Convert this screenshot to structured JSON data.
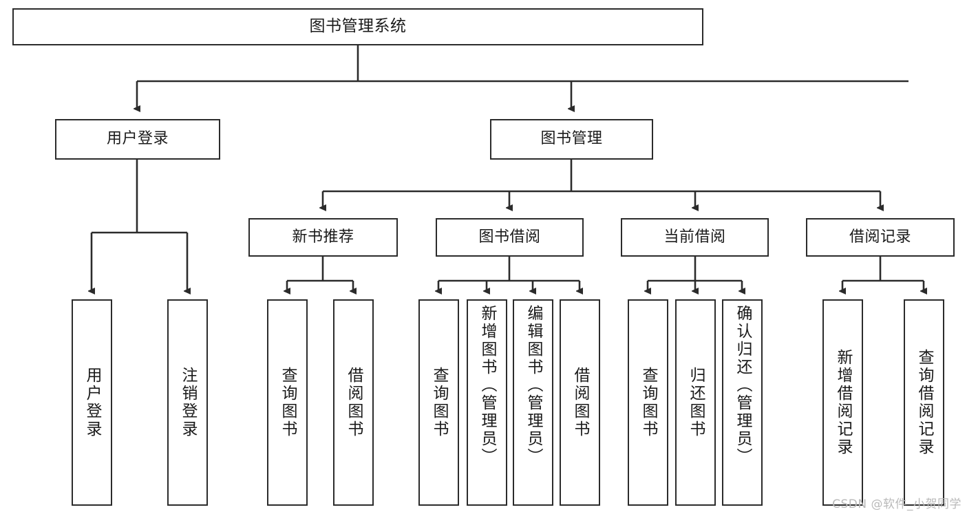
{
  "diagram": {
    "title": "图书管理系统",
    "type": "tree-hierarchy",
    "watermark": "CSDN @软件_小贺同学",
    "colors": {
      "background": "#ffffff",
      "node_border": "#2b2b2b",
      "node_fill": "#ffffff",
      "text": "#1a1a1a",
      "connector": "#2b2b2b",
      "watermark": "#b9b9b9"
    },
    "nodes": {
      "root": {
        "label": "图书管理系统"
      },
      "level2": [
        {
          "label": "用户登录"
        },
        {
          "label": "图书管理"
        }
      ],
      "level3": [
        {
          "label": "新书推荐"
        },
        {
          "label": "图书借阅"
        },
        {
          "label": "当前借阅"
        },
        {
          "label": "借阅记录"
        }
      ],
      "leaves": {
        "user_login": [
          {
            "label": "用户登录"
          },
          {
            "label": "注销登录"
          }
        ],
        "new_book": [
          {
            "label": "查询图书"
          },
          {
            "label": "借阅图书"
          }
        ],
        "book_borrow": [
          {
            "label": "查询图书"
          },
          {
            "label": "新增图书（管理员）"
          },
          {
            "label": "编辑图书（管理员）"
          },
          {
            "label": "借阅图书"
          }
        ],
        "current_borrow": [
          {
            "label": "查询图书"
          },
          {
            "label": "归还图书"
          },
          {
            "label": "确认归还（管理员）"
          }
        ],
        "borrow_record": [
          {
            "label": "新增借阅记录"
          },
          {
            "label": "查询借阅记录"
          }
        ]
      }
    }
  }
}
